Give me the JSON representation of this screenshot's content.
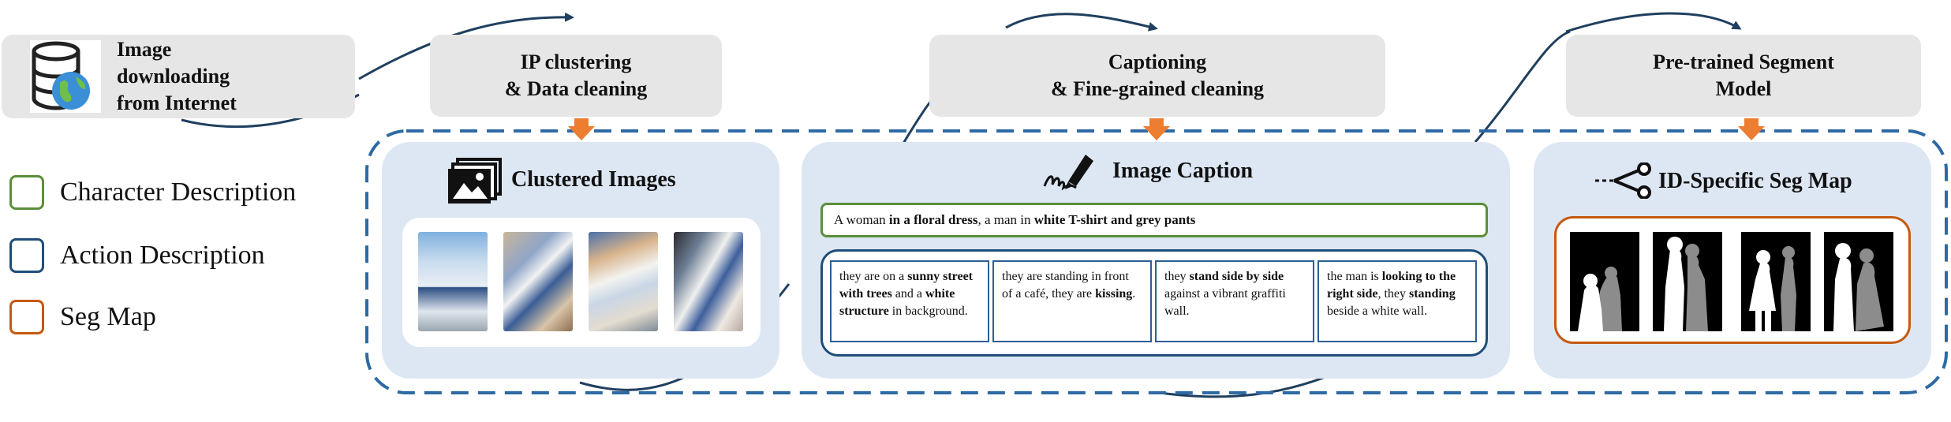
{
  "source_box": {
    "label": "Image downloading from Internet"
  },
  "steps": [
    {
      "label_line1": "IP clustering",
      "label_line2": "& Data cleaning"
    },
    {
      "label_line1": "Captioning",
      "label_line2": "& Fine-grained cleaning"
    },
    {
      "label_line1": "Pre-trained Segment",
      "label_line2": "Model"
    }
  ],
  "legend": [
    {
      "label": "Character Description",
      "color": "#5b8f3a"
    },
    {
      "label": "Action Description",
      "color": "#1f4e79"
    },
    {
      "label": "Seg Map",
      "color": "#c55a11"
    }
  ],
  "panels": {
    "clustered": {
      "title": "Clustered Images"
    },
    "caption": {
      "title": "Image Caption",
      "character": {
        "parts": [
          "A woman ",
          "in a floral dress",
          ", a man in ",
          "white T-shirt and grey pants"
        ]
      },
      "actions": [
        {
          "parts": [
            "they are on a ",
            "sunny street with trees",
            " and a ",
            "white structure",
            " in background."
          ]
        },
        {
          "parts": [
            "they are standing in front of a café, they are ",
            "kissing",
            "."
          ]
        },
        {
          "parts": [
            "they ",
            "stand side by side",
            " against a vibrant graffiti wall."
          ]
        },
        {
          "parts": [
            "the man is ",
            "looking to the right side",
            ", they ",
            "standing",
            " beside a white wall."
          ]
        }
      ]
    },
    "seg": {
      "title": "ID-Specific Seg Map"
    }
  },
  "colors": {
    "panel_bg": "#dde7f4",
    "dashed_border": "#2e6aa3",
    "arrow_orange": "#ed7d31",
    "character_green": "#5b8f3a",
    "action_blue": "#1f4e79",
    "seg_orange": "#c55a11"
  }
}
